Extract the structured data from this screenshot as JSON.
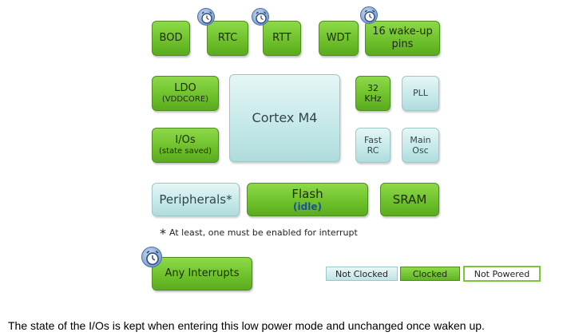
{
  "blocks": {
    "bod": {
      "label": "BOD"
    },
    "rtc": {
      "label": "RTC"
    },
    "rtt": {
      "label": "RTT"
    },
    "wdt": {
      "label": "WDT"
    },
    "wakeup": {
      "label": "16 wake-up",
      "label2": "pins"
    },
    "ldo": {
      "label": "LDO",
      "sub": "(VDDCORE)"
    },
    "cortex": {
      "label": "Cortex M4"
    },
    "khz32": {
      "label": "32",
      "label2": "KHz"
    },
    "pll": {
      "label": "PLL"
    },
    "ios": {
      "label": "I/Os",
      "sub": "(state saved)"
    },
    "fastrc": {
      "label": "Fast",
      "label2": "RC"
    },
    "mainosc": {
      "label": "Main",
      "label2": "Osc"
    },
    "peripherals": {
      "label": "Peripherals*"
    },
    "flash": {
      "label": "Flash",
      "sub": "(idle)"
    },
    "sram": {
      "label": "SRAM"
    },
    "any_interrupts": {
      "label": "Any Interrupts"
    }
  },
  "footnote": {
    "star": "*",
    "text": "At least, one must be enabled for interrupt"
  },
  "legend": {
    "not_clocked": "Not Clocked",
    "clocked": "Clocked",
    "not_powered": "Not Powered"
  },
  "caption": "The state of the I/Os is kept when entering this low power mode and unchanged once waken up.",
  "colors": {
    "clocked": "#6fc22c",
    "not_clocked": "#c4e8e8",
    "not_powered": "#ffffff",
    "clock_icon": "#7fa2d3"
  },
  "icons": [
    "alarm-clock-icon"
  ]
}
